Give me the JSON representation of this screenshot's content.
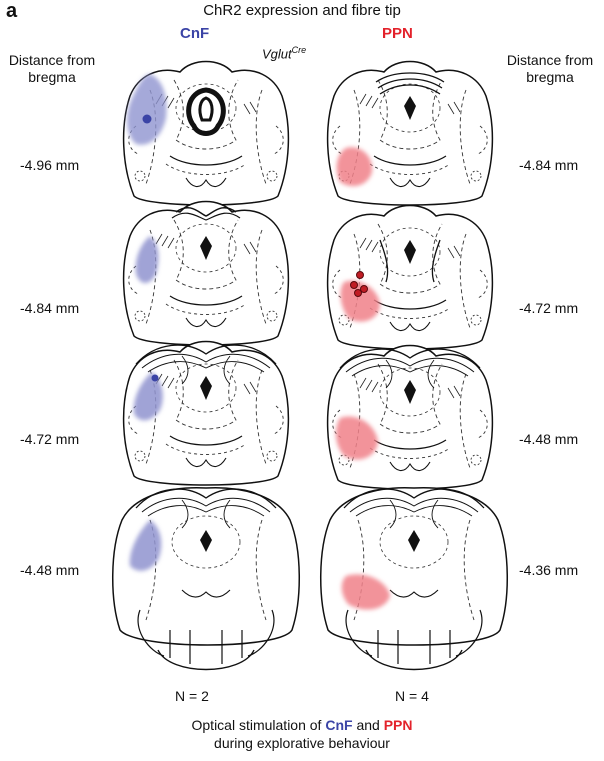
{
  "panel_letter": "a",
  "title": "ChR2 expression and fibre tip",
  "left_header": "CnF",
  "right_header": "PPN",
  "genotype": {
    "base": "Vglut",
    "sup": "Cre"
  },
  "distance_label": {
    "line1": "Distance from",
    "line2": "bregma"
  },
  "left_levels": [
    "-4.96 mm",
    "-4.84 mm",
    "-4.72 mm",
    "-4.48 mm"
  ],
  "right_levels": [
    "-4.84 mm",
    "-4.72 mm",
    "-4.48 mm",
    "-4.36 mm"
  ],
  "left_n": "N = 2",
  "right_n": "N = 4",
  "caption": {
    "part1": "Optical stimulation of ",
    "cnf": "CnF",
    "part2": " and ",
    "ppn": "PPN",
    "line2": "during explorative behaviour"
  },
  "colors": {
    "cnf": "#3b44a6",
    "ppn": "#e3222b",
    "cnf_fill": "#8f93cf",
    "ppn_fill": "#f08088"
  }
}
